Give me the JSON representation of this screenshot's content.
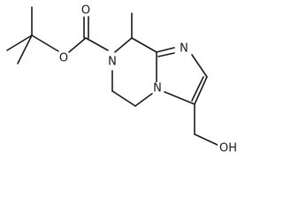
{
  "molecule": {
    "atoms": {
      "carbonyl_oxygen": "O",
      "ester_oxygen": "O",
      "amide_nitrogen": "N",
      "imidazole_nitrogen": "N",
      "bridgehead_nitrogen": "N",
      "hydroxyl": "OH"
    }
  },
  "colors": {
    "bond": "#1a1a1a",
    "background": "#ffffff"
  }
}
